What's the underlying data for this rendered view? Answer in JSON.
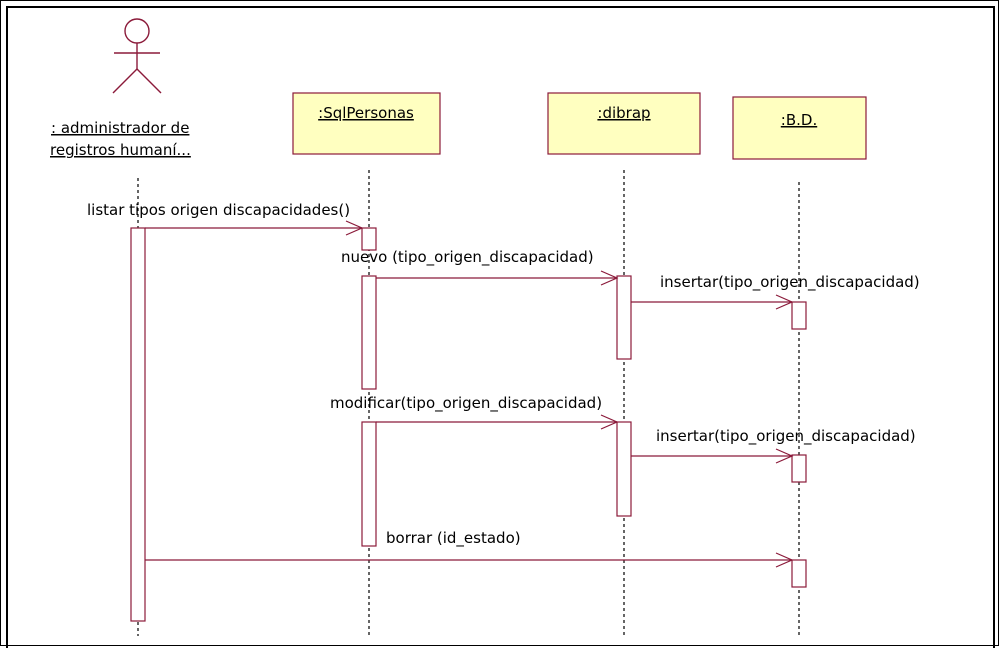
{
  "diagram": {
    "actor": {
      "label_line1": ": administrador de",
      "label_line2": "registros humaní..."
    },
    "objects": [
      {
        "id": "sqlpersonas",
        "label": ":SqlPersonas"
      },
      {
        "id": "dibrap",
        "label": ":dibrap"
      },
      {
        "id": "bd",
        "label": ":B.D."
      }
    ],
    "messages": [
      {
        "id": "m1",
        "label": "listar tipos origen discapacidades()"
      },
      {
        "id": "m2",
        "label": "nuevo (tipo_origen_discapacidad)"
      },
      {
        "id": "m3",
        "label": "insertar(tipo_origen_discapacidad)"
      },
      {
        "id": "m4",
        "label": "modificar(tipo_origen_discapacidad)"
      },
      {
        "id": "m5",
        "label": "insertar(tipo_origen_discapacidad)"
      },
      {
        "id": "m6",
        "label": "borrar (id_estado)"
      }
    ],
    "colors": {
      "box_fill": "#ffffc0",
      "line": "#8b1a3a"
    }
  }
}
